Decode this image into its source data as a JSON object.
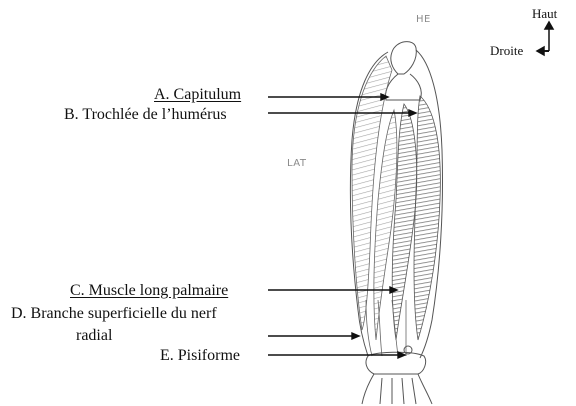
{
  "labels": {
    "a": "A. Capitulum",
    "b": "B. Trochlée de l’humérus",
    "c": "C. Muscle long palmaire",
    "d_line1": "D. Branche superficielle du nerf",
    "d_line2": "radial",
    "e": "E. Pisiforme"
  },
  "sketch_text": {
    "top": "HE",
    "side": "LAT"
  },
  "orientation": {
    "up": "Haut",
    "right": "Droite"
  },
  "colors": {
    "ink": "#111111",
    "pencil": "#555555",
    "muscle_fill": "#b8b8b8",
    "muscle_dark": "#8c8c8c"
  }
}
